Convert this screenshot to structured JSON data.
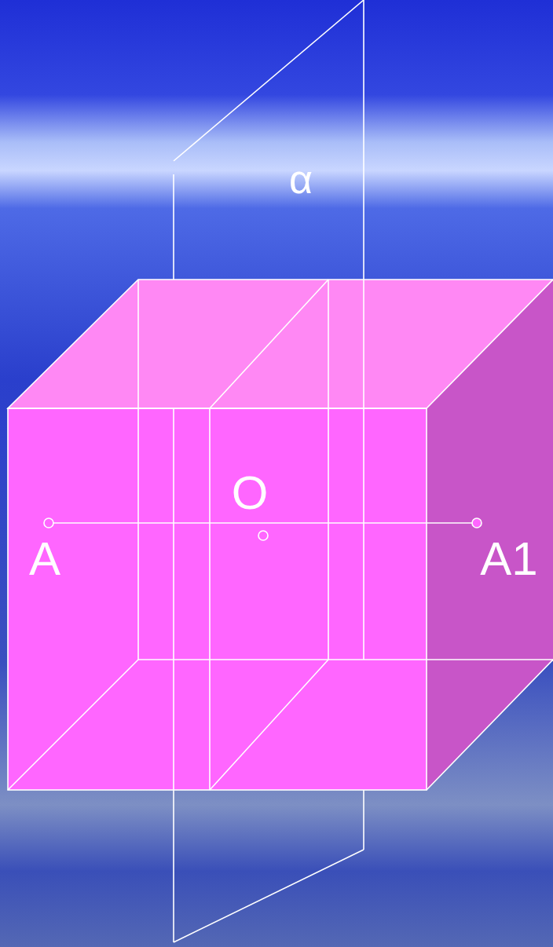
{
  "diagram": {
    "labels": [
      "α",
      "O",
      "A",
      "A1"
    ]
  }
}
